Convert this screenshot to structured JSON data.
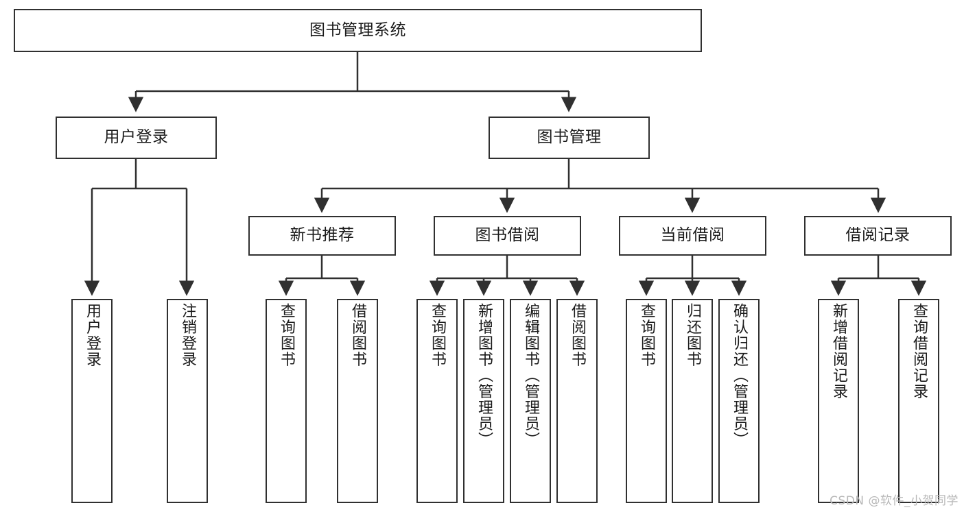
{
  "diagram": {
    "type": "tree-hierarchy",
    "title": "图书管理系统",
    "watermark": "CSDN @软件_小贺同学",
    "colors": {
      "stroke": "#303030",
      "fill": "#ffffff",
      "text": "#1a1a1a",
      "watermark": "#b8b8b8"
    },
    "nodes": {
      "root": {
        "label": "图书管理系统",
        "level": 1
      },
      "l2": [
        {
          "id": "user-login",
          "label": "用户登录",
          "level": 2
        },
        {
          "id": "book-manage",
          "label": "图书管理",
          "level": 2
        }
      ],
      "l3": [
        {
          "id": "new-book-recommend",
          "label": "新书推荐",
          "level": 3,
          "parent": "book-manage"
        },
        {
          "id": "book-borrow",
          "label": "图书借阅",
          "level": 3,
          "parent": "book-manage"
        },
        {
          "id": "current-borrow",
          "label": "当前借阅",
          "level": 3,
          "parent": "book-manage"
        },
        {
          "id": "borrow-record",
          "label": "借阅记录",
          "level": 3,
          "parent": "book-manage"
        }
      ],
      "leaves": [
        {
          "id": "leaf-user-login",
          "label": "用户登录",
          "parent": "user-login"
        },
        {
          "id": "leaf-user-logout",
          "label": "注销登录",
          "parent": "user-login"
        },
        {
          "id": "leaf-query-book-1",
          "label": "查询图书",
          "parent": "new-book-recommend"
        },
        {
          "id": "leaf-borrow-book-1",
          "label": "借阅图书",
          "parent": "new-book-recommend"
        },
        {
          "id": "leaf-query-book-2",
          "label": "查询图书",
          "parent": "book-borrow"
        },
        {
          "id": "leaf-add-book",
          "label": "新增图书（管理员）",
          "parent": "book-borrow"
        },
        {
          "id": "leaf-edit-book",
          "label": "编辑图书（管理员）",
          "parent": "book-borrow"
        },
        {
          "id": "leaf-borrow-book-2",
          "label": "借阅图书",
          "parent": "book-borrow"
        },
        {
          "id": "leaf-query-book-3",
          "label": "查询图书",
          "parent": "current-borrow"
        },
        {
          "id": "leaf-return-book",
          "label": "归还图书",
          "parent": "current-borrow"
        },
        {
          "id": "leaf-confirm-return",
          "label": "确认归还（管理员）",
          "parent": "current-borrow"
        },
        {
          "id": "leaf-add-record",
          "label": "新增借阅记录",
          "parent": "borrow-record"
        },
        {
          "id": "leaf-query-record",
          "label": "查询借阅记录",
          "parent": "borrow-record"
        }
      ]
    }
  }
}
